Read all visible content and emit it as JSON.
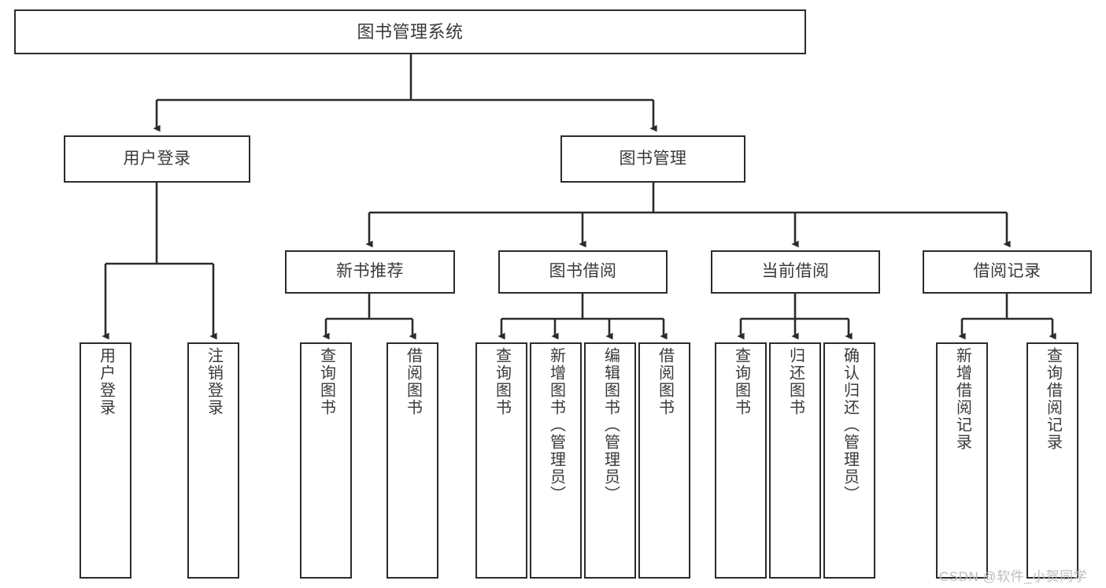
{
  "diagram": {
    "title": "图书管理系统",
    "type": "function-structure-tree",
    "background_color": "#ffffff",
    "border_color": "#2b2b2b",
    "text_color": "#3a3a3a"
  },
  "nodes": {
    "root": {
      "label": "图书管理系统"
    },
    "level1": [
      {
        "id": "user-login",
        "label": "用户登录"
      },
      {
        "id": "book-management",
        "label": "图书管理"
      }
    ],
    "level2": [
      {
        "id": "new-book-recommend",
        "label": "新书推荐"
      },
      {
        "id": "book-borrow",
        "label": "图书借阅"
      },
      {
        "id": "current-borrow",
        "label": "当前借阅"
      },
      {
        "id": "borrow-record",
        "label": "借阅记录"
      }
    ],
    "leaves": {
      "user_login": [
        {
          "id": "leaf-user-login",
          "label": "用户登录"
        },
        {
          "id": "leaf-logout-login",
          "label": "注销登录"
        }
      ],
      "new_book_recommend": [
        {
          "id": "leaf-query-book-1",
          "label": "查询图书"
        },
        {
          "id": "leaf-borrow-book-1",
          "label": "借阅图书"
        }
      ],
      "book_borrow": [
        {
          "id": "leaf-query-book-2",
          "label": "查询图书"
        },
        {
          "id": "leaf-add-book",
          "label": "新增图书（管理员）"
        },
        {
          "id": "leaf-edit-book",
          "label": "编辑图书（管理员）"
        },
        {
          "id": "leaf-borrow-book-2",
          "label": "借阅图书"
        }
      ],
      "current_borrow": [
        {
          "id": "leaf-query-book-3",
          "label": "查询图书"
        },
        {
          "id": "leaf-return-book",
          "label": "归还图书"
        },
        {
          "id": "leaf-confirm-return",
          "label": "确认归还（管理员）"
        }
      ],
      "borrow_record": [
        {
          "id": "leaf-add-borrow-record",
          "label": "新增借阅记录"
        },
        {
          "id": "leaf-query-borrow-record",
          "label": "查询借阅记录"
        }
      ]
    }
  },
  "watermark": {
    "text": "CSDN @软件_小贺同学",
    "color": "#b9bcc0"
  }
}
